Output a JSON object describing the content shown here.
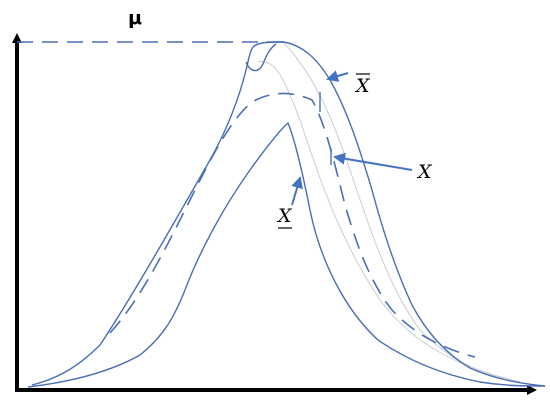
{
  "labels": {
    "y_axis": "μ",
    "upper": "X",
    "middle": "X",
    "lower": "X"
  },
  "colors": {
    "curve": "#4a6fb5",
    "arrow": "#4472c4",
    "axis": "#000000",
    "faint": "#c9cdd6"
  }
}
